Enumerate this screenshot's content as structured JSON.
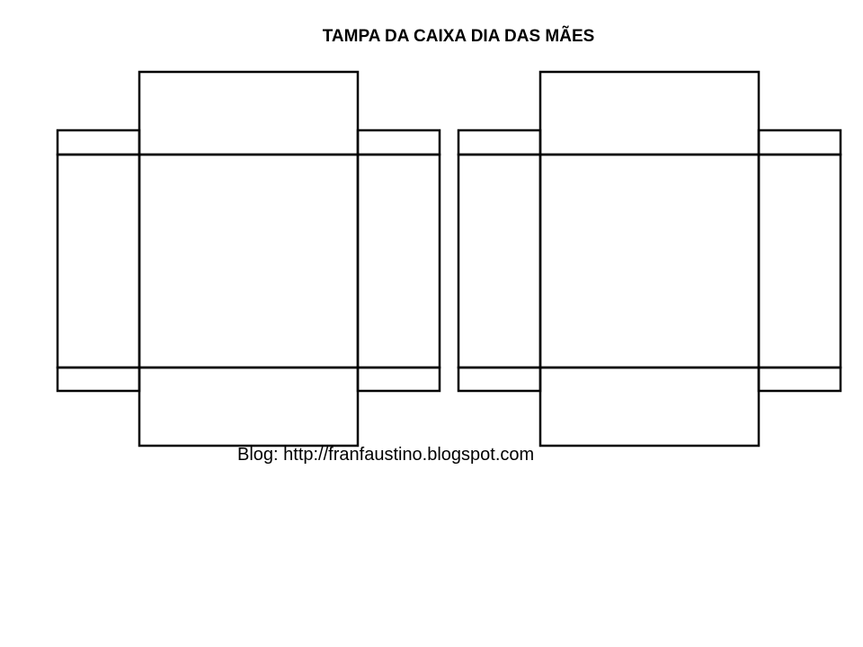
{
  "title": "TAMPA DA CAIXA DIA DAS MÃES",
  "caption": "Blog: http://franfaustino.blogspot.com",
  "templates": [
    {
      "name": "box-lid-template-left"
    },
    {
      "name": "box-lid-template-right"
    }
  ],
  "colors": {
    "line": "#000000",
    "background": "#ffffff"
  }
}
